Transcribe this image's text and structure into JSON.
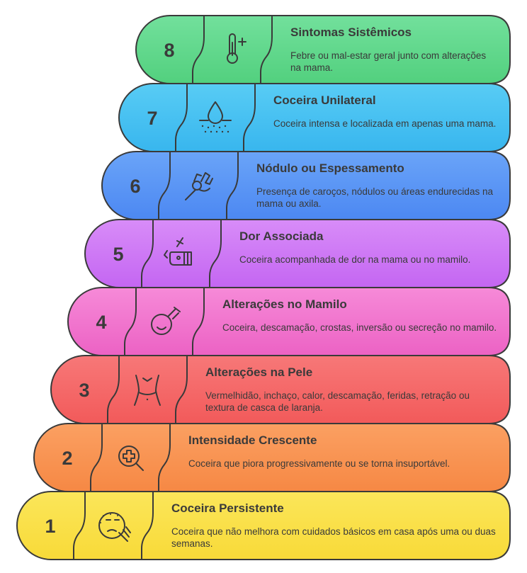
{
  "steps": [
    {
      "number": "8",
      "title": "Sintomas Sistêmicos",
      "desc": "Febre ou mal-estar geral junto com alterações na mama.",
      "icon": "thermometer-icon",
      "color": "#72e09c",
      "color2": "#52d07e"
    },
    {
      "number": "7",
      "title": "Coceira Unilateral",
      "desc": "Coceira intensa e localizada em apenas uma mama.",
      "icon": "skin-drop-icon",
      "color": "#58ccf5",
      "color2": "#38b6ee"
    },
    {
      "number": "6",
      "title": "Nódulo ou Espessamento",
      "desc": "Presença de caroços, nódulos ou áreas endurecidas na mama ou axila.",
      "icon": "lump-pinch-icon",
      "color": "#6aa4f8",
      "color2": "#4c88f2"
    },
    {
      "number": "5",
      "title": "Dor Associada",
      "desc": "Coceira acompanhada de dor na mama ou no mamilo.",
      "icon": "pain-hand-icon",
      "color": "#d88cf8",
      "color2": "#c466f2"
    },
    {
      "number": "4",
      "title": "Alterações no Mamilo",
      "desc": "Coceira, descamação, crostas, inversão ou secreção no mamilo.",
      "icon": "nipple-drop-icon",
      "color": "#f68ad8",
      "color2": "#ec62c4"
    },
    {
      "number": "3",
      "title": "Alterações na Pele",
      "desc": "Vermelhidão, inchaço, calor, descamação, feridas, retração ou textura de casca de laranja.",
      "icon": "torso-icon",
      "color": "#f77878",
      "color2": "#f25a5a"
    },
    {
      "number": "2",
      "title": "Intensidade Crescente",
      "desc": "Coceira que piora progressivamente ou se torna insuportável.",
      "icon": "medical-search-icon",
      "color": "#fba062",
      "color2": "#f68844"
    },
    {
      "number": "1",
      "title": "Coceira Persistente",
      "desc": "Coceira que não melhora com cuidados básicos em casa após uma ou duas semanas.",
      "icon": "itchy-face-icon",
      "color": "#fbe65a",
      "color2": "#f8da38"
    }
  ]
}
